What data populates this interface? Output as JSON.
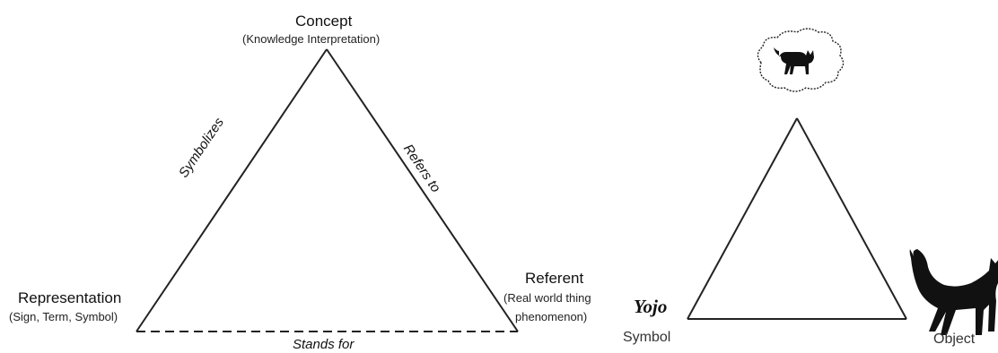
{
  "left_diagram": {
    "concept": {
      "title": "Concept",
      "subtitle": "(Knowledge Interpretation)"
    },
    "representation": {
      "title": "Representation",
      "subtitle": "(Sign, Term, Symbol)"
    },
    "referent": {
      "title": "Referent",
      "subtitle_line1": "(Real world thing",
      "subtitle_line2": "phenomenon)"
    },
    "edges": {
      "left": "Symbolizes",
      "right": "Refers to",
      "bottom": "Stands for"
    }
  },
  "right_diagram": {
    "symbol_word": "Yojo",
    "symbol_label": "Symbol",
    "object_label": "Object",
    "thought_icon": "cat-in-thought-bubble-icon",
    "object_icon": "cat-silhouette-icon"
  }
}
